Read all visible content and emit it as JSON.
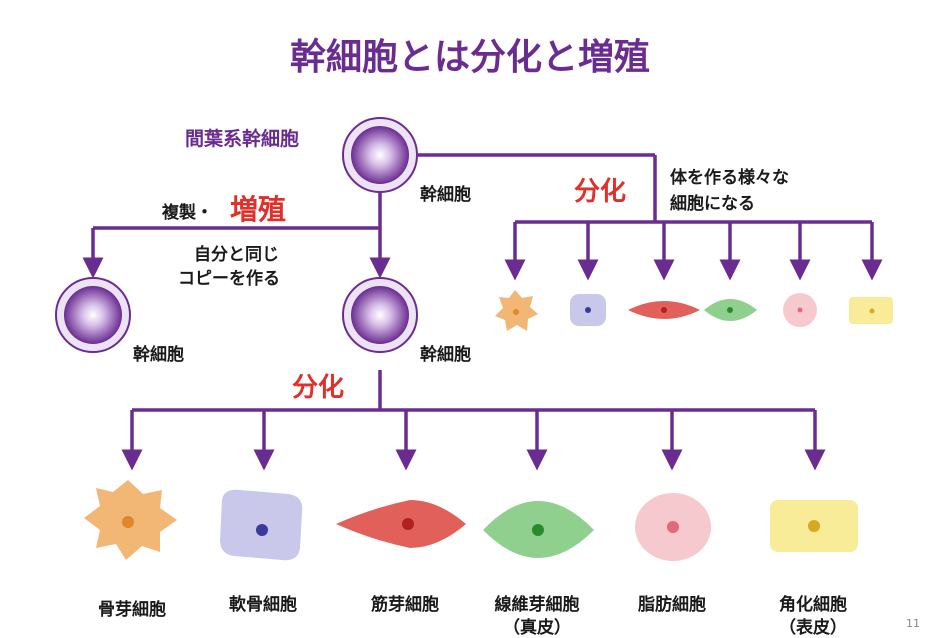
{
  "title": "幹細胞とは分化と増殖",
  "mesenchymal_label": "間葉系幹細胞",
  "stem_cell_label": "幹細胞",
  "replication_prefix": "複製・",
  "proliferation": "増殖",
  "self_copy_line1": "自分と同じ",
  "self_copy_line2": "コピーを作る",
  "differentiation": "分化",
  "various_cells_line1": "体を作る様々な",
  "various_cells_line2": "細胞になる",
  "cell_types": [
    {
      "name": "骨芽細胞",
      "sub": "",
      "color": "#f2b675"
    },
    {
      "name": "軟骨細胞",
      "sub": "",
      "color": "#c9c8ea"
    },
    {
      "name": "筋芽細胞",
      "sub": "",
      "color": "#e2605a"
    },
    {
      "name": "線維芽細胞",
      "sub": "（真皮）",
      "color": "#8fd08f"
    },
    {
      "name": "脂肪細胞",
      "sub": "",
      "color": "#f6c9cf"
    },
    {
      "name": "角化細胞",
      "sub": "（表皮）",
      "color": "#f8ec98"
    }
  ],
  "page_number": "11",
  "colors": {
    "purple": "#6b2c91",
    "red": "#e0302a"
  }
}
